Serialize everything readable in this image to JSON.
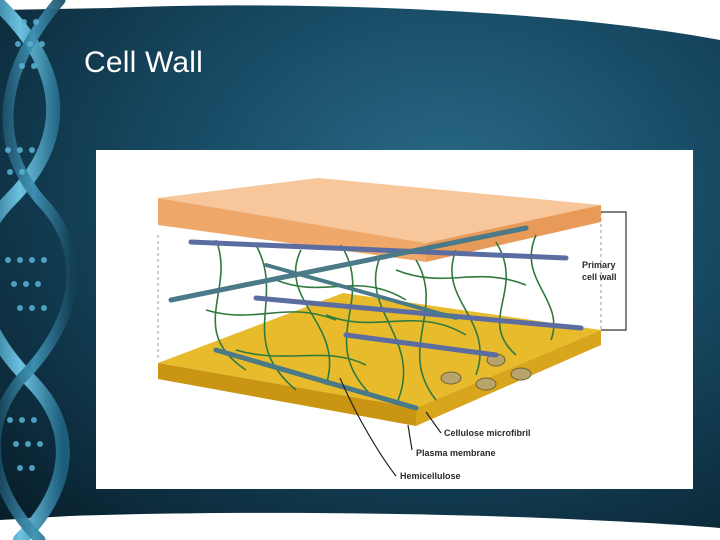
{
  "slide": {
    "title": "Cell Wall"
  },
  "diagram": {
    "labels": {
      "primary_cell_wall_line1": "Primary",
      "primary_cell_wall_line2": "cell wall",
      "cellulose_microfibril": "Cellulose microfibril",
      "plasma_membrane": "Plasma membrane",
      "hemicellulose": "Hemicellulose"
    }
  },
  "colors": {
    "background_dark": "#0b2a3a",
    "background_mid": "#1e5470",
    "dna_helix": "#4aa6c8",
    "cell_wall_top": "#f3b47c",
    "plasma_membrane": "#e0b429",
    "microfibril": "#5b6da0",
    "hemicellulose": "#2f7a3c"
  }
}
